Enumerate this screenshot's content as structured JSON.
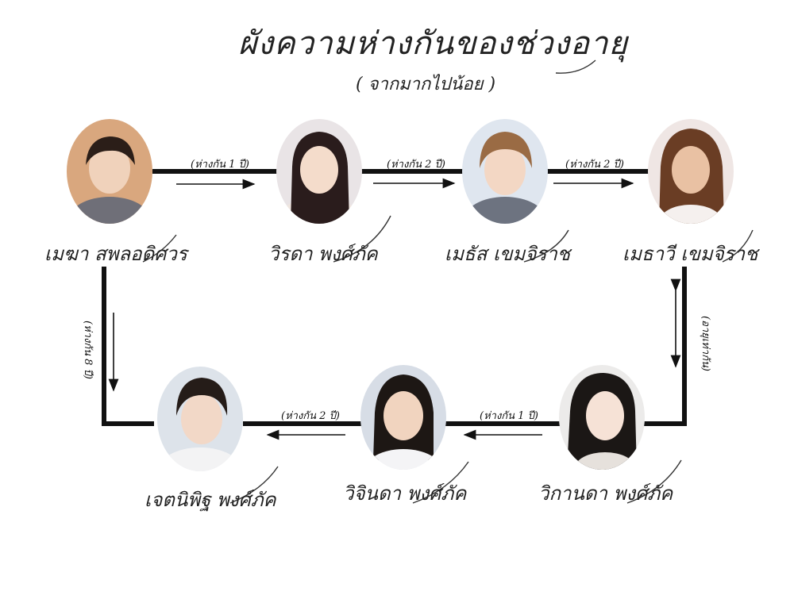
{
  "title": "ผังความห่างกันของช่วงอายุ",
  "subtitle": "( จากมากไปน้อย )",
  "people": [
    {
      "name": "เมฆา  สพลอดิศวร",
      "bg": "#d9a77e",
      "hair": "#2b1e18",
      "skin": "#f0d2bb",
      "cloth": "#6f6f78"
    },
    {
      "name": "วิรดา พงศ์ภัค",
      "bg": "#e9e4e6",
      "hair": "#2a1c1c",
      "skin": "#f4dccb",
      "cloth": "#efe6e0"
    },
    {
      "name": "เมธัส  เขมจิราช",
      "bg": "#dfe6ef",
      "hair": "#9a6b44",
      "skin": "#f3d7c4",
      "cloth": "#6d7380"
    },
    {
      "name": "เมธาวี  เขมจิราช",
      "bg": "#efe6e4",
      "hair": "#6a3d24",
      "skin": "#e9c1a3",
      "cloth": "#f5f0ee"
    },
    {
      "name": "วิกานดา พงศ์ภัค",
      "bg": "#ecebea",
      "hair": "#1b1715",
      "skin": "#f6e2d6",
      "cloth": "#e6e1dc"
    },
    {
      "name": "วิจินดา พงศ์ภัค",
      "bg": "#d7dde6",
      "hair": "#1d1714",
      "skin": "#f1d4bf",
      "cloth": "#f4f4f6"
    },
    {
      "name": "เจตนิพิฐ พงศ์ภัค",
      "bg": "#dde3ea",
      "hair": "#251c18",
      "skin": "#f2d8c7",
      "cloth": "#f3f3f4"
    }
  ],
  "gaps": [
    {
      "label": "(ห่างกัน 1 ปี)"
    },
    {
      "label": "(ห่างกัน 2 ปี)"
    },
    {
      "label": "(ห่างกัน 2 ปี)"
    },
    {
      "label": "(อายุเท่ากัน)"
    },
    {
      "label": "(ห่างกัน 1 ปี)"
    },
    {
      "label": "(ห่างกัน 2 ปี)"
    },
    {
      "label": "(ห่างกัน 8 ปี)"
    }
  ]
}
